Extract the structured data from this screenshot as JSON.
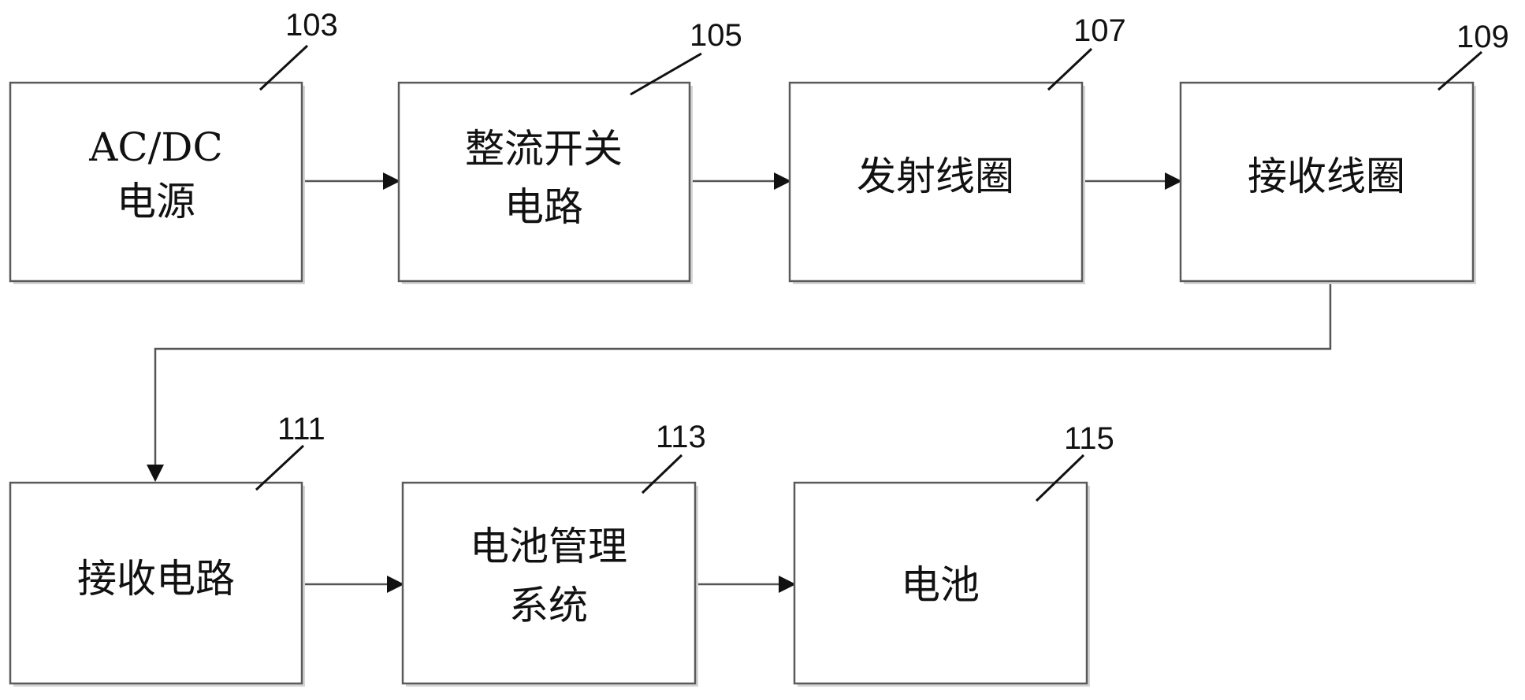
{
  "blocks": [
    {
      "id": "103",
      "lines": [
        "AC/DC",
        "电源"
      ]
    },
    {
      "id": "105",
      "lines": [
        "整流开关",
        "电路"
      ]
    },
    {
      "id": "107",
      "lines": [
        "发射线圈"
      ]
    },
    {
      "id": "109",
      "lines": [
        "接收线圈"
      ]
    },
    {
      "id": "111",
      "lines": [
        "接收电路"
      ]
    },
    {
      "id": "113",
      "lines": [
        "电池管理",
        "系统"
      ]
    },
    {
      "id": "115",
      "lines": [
        "电池"
      ]
    }
  ],
  "connections": [
    {
      "from": "103",
      "to": "105"
    },
    {
      "from": "105",
      "to": "107"
    },
    {
      "from": "107",
      "to": "109"
    },
    {
      "from": "109",
      "to": "111"
    },
    {
      "from": "111",
      "to": "113"
    },
    {
      "from": "113",
      "to": "115"
    }
  ]
}
